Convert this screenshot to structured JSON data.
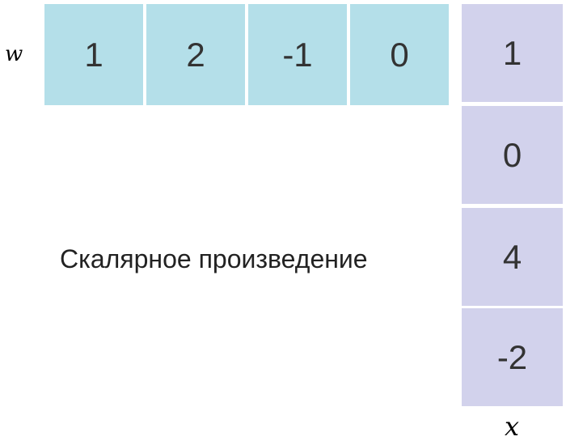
{
  "w": {
    "label": "w",
    "values": [
      "1",
      "2",
      "-1",
      "0"
    ],
    "color": "#b4dfe9"
  },
  "x": {
    "label": "x",
    "values": [
      "1",
      "0",
      "4",
      "-2"
    ],
    "color": "#d2d2ec"
  },
  "caption": "Скалярное произведение"
}
